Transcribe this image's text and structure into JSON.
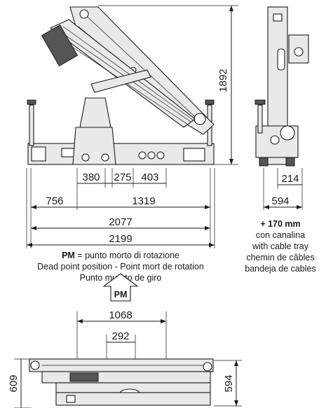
{
  "side_view": {
    "dims": {
      "height": "1892",
      "d380": "380",
      "d275": "275",
      "d403": "403",
      "d756": "756",
      "d1319": "1319",
      "d2077": "2077",
      "d2199": "2199"
    },
    "caption": {
      "pm_bold": "PM",
      "pm_rest": " = punto morto di rotazione",
      "line2": "Dead point position - Point mort de rotation",
      "line3": "Punto muerto de giro"
    }
  },
  "end_view": {
    "dims": {
      "d214": "214",
      "d594": "594"
    },
    "note": {
      "bold": "+ 170 mm",
      "line1": "con canalina",
      "line2": "with cable tray",
      "line3": "chemin de câbles",
      "line4": "bandeja de cables"
    }
  },
  "top_view": {
    "arrow_label": "PM",
    "dims": {
      "d1068": "1068",
      "d292": "292",
      "d609": "609",
      "d594": "594"
    }
  }
}
